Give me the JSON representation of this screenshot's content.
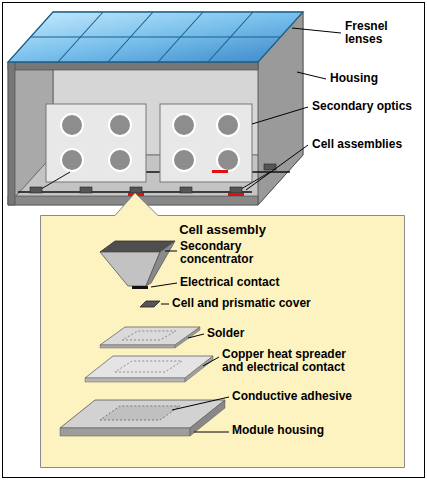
{
  "diagram": {
    "nodes": [
      {
        "text": [
          "Cell assembly"
        ]
      }
    ],
    "labels": [
      "Fresnel lenses",
      "Housing",
      "Secondary optics",
      "Cell assemblies",
      "Secondary concentrator",
      "Electrical contact",
      "Cell and prismatic cover",
      "Solder",
      "Copper heat spreader and electrical contact",
      "Conductive adhesive",
      "Module housing"
    ]
  }
}
